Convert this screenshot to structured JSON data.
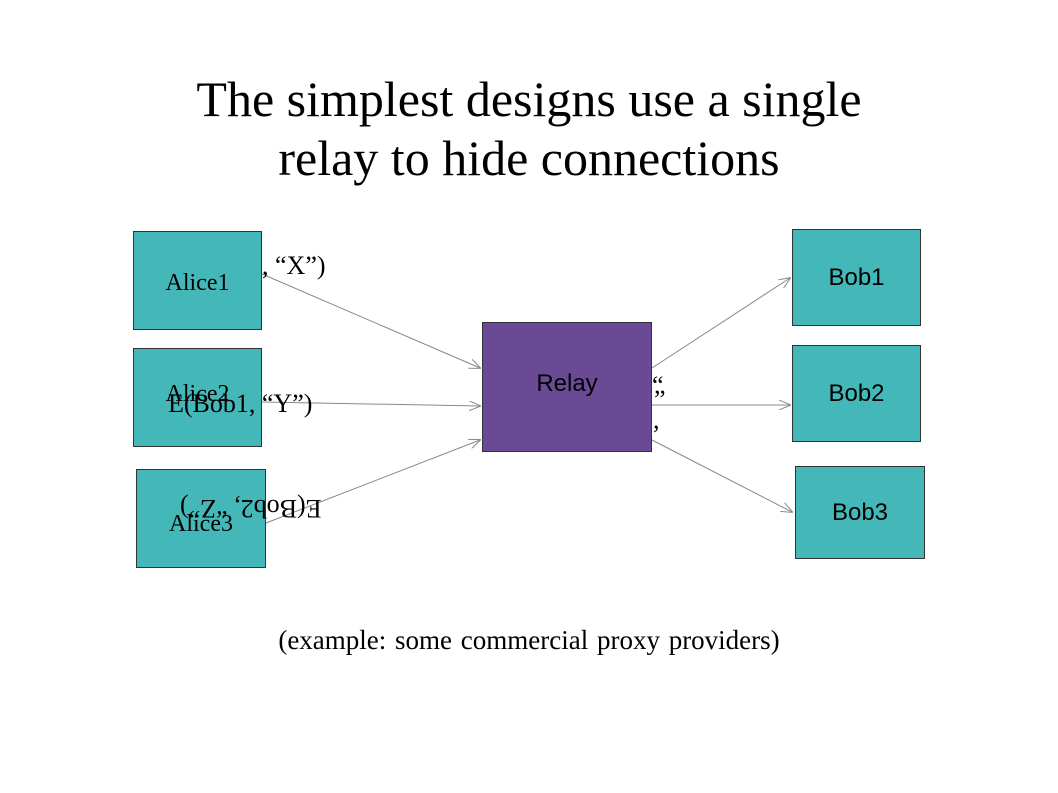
{
  "slide": {
    "title_line1": "The simplest designs use a single",
    "title_line2": "relay to hide connections",
    "caption": "(example: some commercial proxy providers)"
  },
  "nodes": {
    "alice1": "Alice1",
    "alice2": "Alice2",
    "alice3": "Alice3",
    "relay": "Relay",
    "bob1": "Bob1",
    "bob2": "Bob2",
    "bob3": "Bob3"
  },
  "edge_labels": {
    "alice1_msg": ", “X”)",
    "alice2_msg": "E(Bob1, “Y”)",
    "alice3_msg": "E(Bob2, “Z”)",
    "relay_out_quote": "“",
    "relay_out_close": "”",
    "relay_out_comma": ","
  },
  "colors": {
    "alice_bob_fill": "#44b8b8",
    "relay_fill": "#6a4a94",
    "arrow": "#888888"
  }
}
